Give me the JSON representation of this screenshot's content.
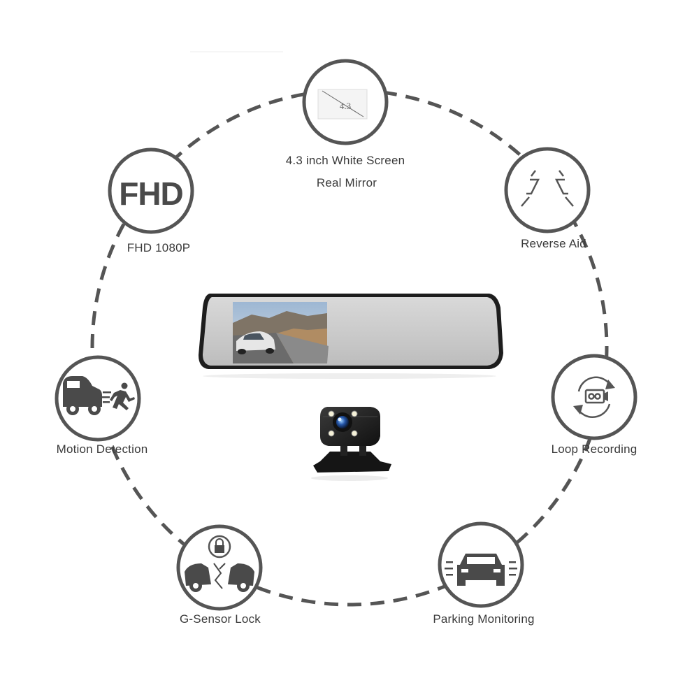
{
  "features": {
    "screen": {
      "label_line1": "4.3 inch White Screen",
      "label_line2": "Real Mirror",
      "icon": "screen-size-icon",
      "icon_text": "4.3"
    },
    "fhd": {
      "label": "FHD 1080P",
      "icon": "fhd-icon",
      "icon_text": "FHD"
    },
    "reverse": {
      "label": "Reverse Aid",
      "icon": "reverse-guide-lines-icon"
    },
    "motion": {
      "label": "Motion Detection",
      "icon": "motion-detection-icon"
    },
    "loop": {
      "label": "Loop Recording",
      "icon": "loop-recording-icon"
    },
    "gsensor": {
      "label": "G-Sensor Lock",
      "icon": "collision-lock-icon"
    },
    "parking": {
      "label": "Parking Monitoring",
      "icon": "parking-car-icon"
    }
  },
  "product": {
    "mirror": "mirror-dashcam-image",
    "camera": "rear-camera-image"
  },
  "colors": {
    "ring": "#555555",
    "icon": "#4a4a4a",
    "label": "#3a3a3a"
  }
}
